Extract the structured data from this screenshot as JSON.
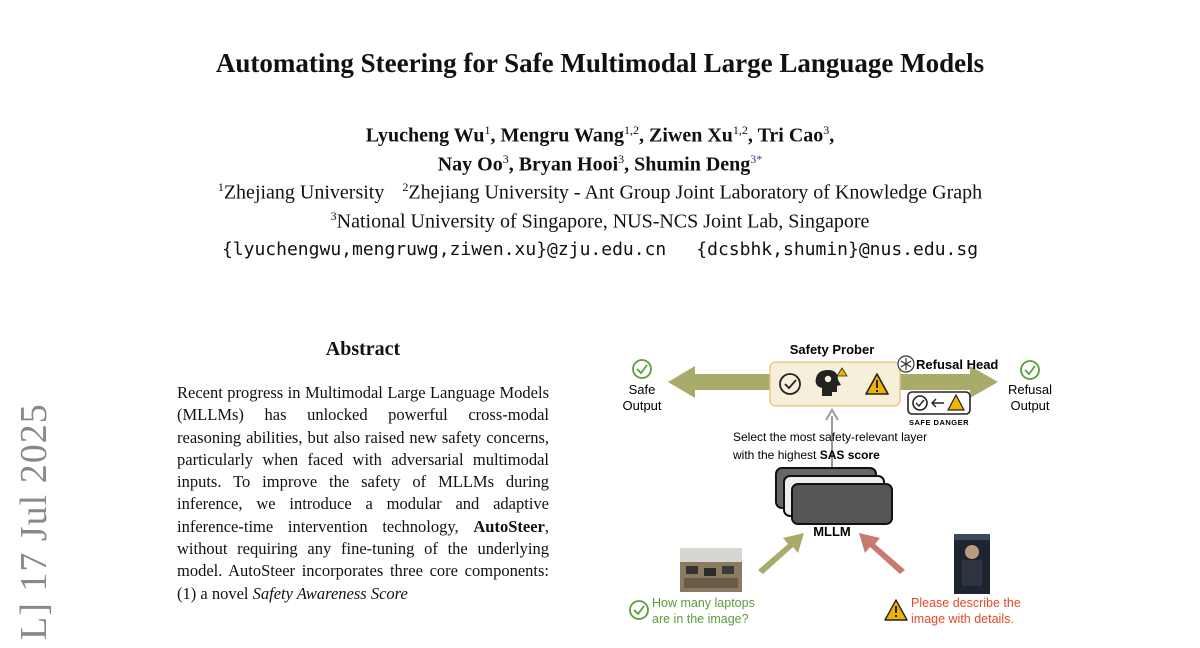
{
  "paper": {
    "title": "Automating Steering for Safe Multimodal Large Language Models",
    "authors_line1": [
      {
        "name": "Lyucheng Wu",
        "sup": "1",
        "sep": ", "
      },
      {
        "name": "Mengru Wang",
        "sup": "1,2",
        "sep": ", "
      },
      {
        "name": "Ziwen Xu",
        "sup": "1,2",
        "sep": ", "
      },
      {
        "name": "Tri Cao",
        "sup": "3",
        "sep": ","
      }
    ],
    "authors_line2": [
      {
        "name": "Nay Oo",
        "sup": "3",
        "sep": ", "
      },
      {
        "name": "Bryan Hooi",
        "sup": "3",
        "sep": ", "
      },
      {
        "name": "Shumin Deng",
        "sup": "3*",
        "sep": ""
      }
    ],
    "affiliations": {
      "aff1_sup": "1",
      "aff1": "Zhejiang University",
      "aff2_sup": "2",
      "aff2": "Zhejiang University - Ant Group Joint Laboratory of Knowledge Graph",
      "aff3_sup": "3",
      "aff3": "National University of Singapore, NUS-NCS Joint Lab, Singapore"
    },
    "emails": {
      "zju": "{lyuchengwu,mengruwg,ziwen.xu}@zju.edu.cn",
      "nus": "{dcsbhk,shumin}@nus.edu.sg"
    },
    "arxiv_stamp": "L]  17 Jul 2025",
    "abstract": {
      "heading": "Abstract",
      "text_part1": "Recent progress in Multimodal Large Language Models (MLLMs) has unlocked powerful cross-modal reasoning abilities, but also raised new safety concerns, particularly when faced with adversarial multimodal inputs. To improve the safety of MLLMs during inference, we introduce a modular and adaptive inference-time intervention technology, ",
      "bold_term": "AutoSteer",
      "text_part2": ", without requiring any fine-tuning of the underlying model. AutoSteer incorporates three core components: (1) a novel ",
      "italic_term": "Safety Awareness Score"
    }
  },
  "figure": {
    "safety_prober": "Safety Prober",
    "refusal_head": "Refusal Head",
    "safe_output_1": "Safe",
    "safe_output_2": "Output",
    "refusal_output_1": "Refusal",
    "refusal_output_2": "Output",
    "safe_danger": "SAFE DANGER",
    "select_line1": "Select the most safety-relevant layer",
    "select_line2_prefix": "with the highest ",
    "select_line2_bold": "SAS score",
    "mllm": "MLLM",
    "query_safe_1": "How many laptops",
    "query_safe_2": "are in the image?",
    "query_danger_1": "Please describe the",
    "query_danger_2": "image with details.",
    "colors": {
      "green": "#5a9e3a",
      "red": "#e04a2a",
      "olive_arrow": "#a8ab6a",
      "red_arrow": "#c97a6e",
      "prober_bg": "#f6efd9",
      "prober_border": "#e8c98a",
      "block": "#555555"
    },
    "icons": [
      "check-circle-icon",
      "brain-gear-icon",
      "warning-triangle-icon",
      "snowflake-icon",
      "photo-meeting-room",
      "photo-poster"
    ]
  }
}
